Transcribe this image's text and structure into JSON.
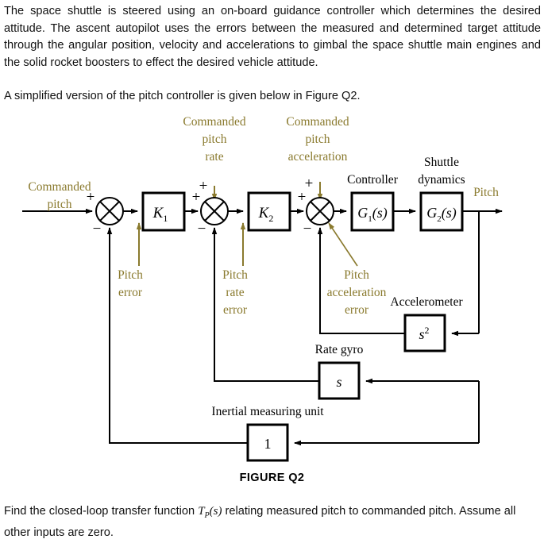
{
  "document": {
    "intro_paragraph": "The space shuttle is steered using an on-board guidance controller which determines the desired attitude. The ascent autopilot uses the errors between the measured and determined target attitude through the angular position, velocity and accelerations to gimbal the space shuttle main engines and the solid rocket boosters to effect the desired vehicle attitude.",
    "intro_line2": "A simplified version of the pitch controller is given below in Figure Q2.",
    "figure_caption": "FIGURE Q2",
    "question_prefix": "Find   the   closed-loop   transfer   function  ",
    "question_symbol": "T",
    "question_symbol_sub": "P",
    "question_symbol_arg": "(s)",
    "question_suffix": "  relating   measured   pitch   to commanded pitch. Assume all other inputs are zero."
  },
  "figure": {
    "colors": {
      "line": "#000000",
      "label_gold": "#8a7a2e",
      "box_stroke": "#000000",
      "box_fill": "#ffffff",
      "text_black": "#000000"
    },
    "blocks": [
      {
        "id": "k1",
        "label": "K",
        "sub": "1",
        "arg": "",
        "caption": ""
      },
      {
        "id": "k2",
        "label": "K",
        "sub": "2",
        "arg": "",
        "caption": ""
      },
      {
        "id": "g1",
        "label": "G",
        "sub": "1",
        "arg": "(s)",
        "caption": "Controller"
      },
      {
        "id": "g2",
        "label": "G",
        "sub": "2",
        "arg": "(s)",
        "caption": "Shuttle dynamics"
      },
      {
        "id": "acc",
        "label": "s",
        "sub": "",
        "sup": "2",
        "caption": "Accelerometer"
      },
      {
        "id": "gyro",
        "label": "s",
        "sub": "",
        "arg": "",
        "caption": "Rate gyro"
      },
      {
        "id": "imu",
        "label": "1",
        "sub": "",
        "arg": "",
        "caption": "Inertial measuring unit"
      }
    ],
    "captions": {
      "controller": "Controller",
      "shuttle_dynamics_line1": "Shuttle",
      "shuttle_dynamics_line2": "dynamics",
      "accelerometer": "Accelerometer",
      "rate_gyro": "Rate gyro",
      "imu": "Inertial measuring unit"
    },
    "inputs": {
      "commanded_pitch_line1": "Commanded",
      "commanded_pitch_line2": "pitch",
      "commanded_pitch_rate_line1": "Commanded",
      "commanded_pitch_rate_line2": "pitch",
      "commanded_pitch_rate_line3": "rate",
      "commanded_pitch_accel_line1": "Commanded",
      "commanded_pitch_accel_line2": "pitch",
      "commanded_pitch_accel_line3": "acceleration"
    },
    "signals": {
      "pitch_error_line1": "Pitch",
      "pitch_error_line2": "error",
      "pitch_rate_error_line1": "Pitch",
      "pitch_rate_error_line2": "rate",
      "pitch_rate_error_line3": "error",
      "pitch_accel_error_line1": "Pitch",
      "pitch_accel_error_line2": "acceleration",
      "pitch_accel_error_line3": "error",
      "output_pitch": "Pitch"
    },
    "signs": {
      "sum1_plus": "+",
      "sum1_minus": "−",
      "sum2_plus_left": "+",
      "sum2_plus_top": "+",
      "sum2_minus": "−",
      "sum3_plus_left": "+",
      "sum3_plus_top": "+",
      "sum3_minus": "−"
    },
    "block_labels": {
      "k1_base": "K",
      "k1_sub": "1",
      "k2_base": "K",
      "k2_sub": "2",
      "g1_base": "G",
      "g1_sub": "1",
      "g1_arg": "(s)",
      "g2_base": "G",
      "g2_sub": "2",
      "g2_arg": "(s)",
      "acc_base": "s",
      "acc_sup": "2",
      "gyro_base": "s",
      "imu_base": "1"
    }
  }
}
